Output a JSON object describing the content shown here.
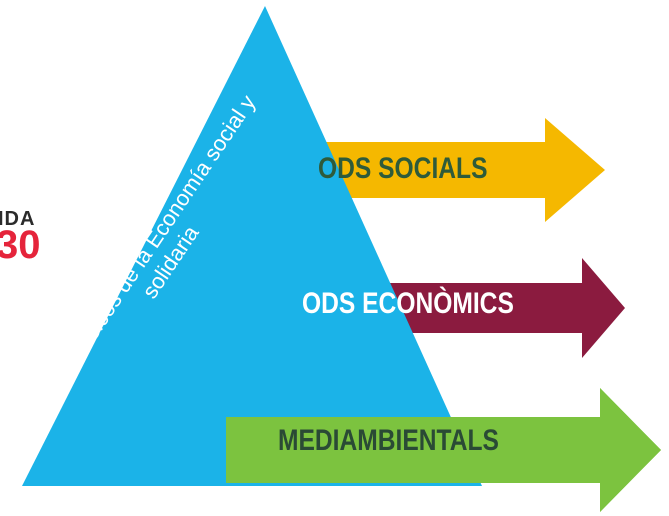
{
  "logo": {
    "line1": "IDA",
    "line2": "30"
  },
  "triangle": {
    "caption_line1": "Ejes básicos de la Economía social y",
    "caption_line2": "solidaria",
    "color": "#1bb3e8"
  },
  "arrows": [
    {
      "label": "ODS SOCIALS",
      "color": "#f5b800",
      "text_color": "#2e5b3a"
    },
    {
      "label": "ODS ECONÒMICS",
      "color": "#8b1b3f",
      "text_color": "#ffffff"
    },
    {
      "label": "MEDIAMBIENTALS",
      "color": "#7cc33f",
      "text_color": "#2a4a35"
    }
  ]
}
